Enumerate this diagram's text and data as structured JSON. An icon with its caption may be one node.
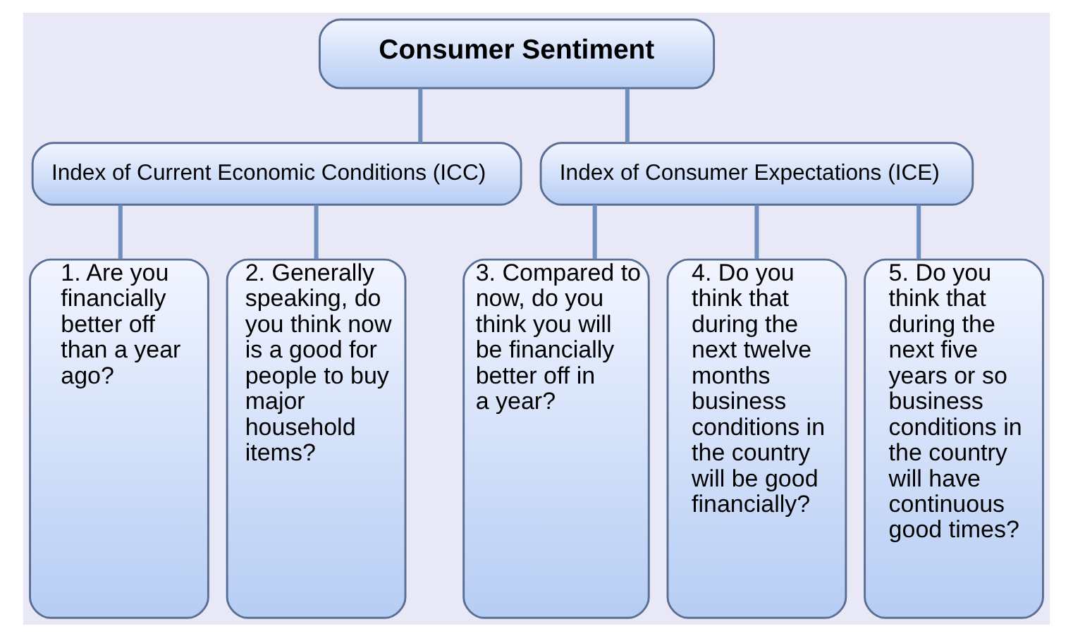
{
  "diagram": {
    "nodes": [
      {
        "text": [
          "Consumer Sentiment"
        ]
      },
      {
        "text": [
          "Index of Current Economic Conditions (ICC)"
        ]
      },
      {
        "text": [
          "Index of Consumer Expectations (ICE)"
        ]
      },
      {
        "text": [
          "1. Are you financially better off than a year ago?"
        ]
      },
      {
        "text": [
          "2. Generally speaking, do you think now is a good for people to buy major household items?"
        ]
      },
      {
        "text": [
          "3. Compared to now, do you think you will be financially better off in a year?"
        ]
      },
      {
        "text": [
          "4. Do you think that during the next twelve months business conditions in the country will be good financially?"
        ]
      },
      {
        "text": [
          "5. Do you think that during the next five years or so business conditions in the country will have continuous good times?"
        ]
      }
    ],
    "edges": [
      {
        "from": 0,
        "to": 1,
        "arrow": "none"
      },
      {
        "from": 0,
        "to": 2,
        "arrow": "none"
      },
      {
        "from": 1,
        "to": 3,
        "arrow": "none"
      },
      {
        "from": 1,
        "to": 4,
        "arrow": "none"
      },
      {
        "from": 2,
        "to": 5,
        "arrow": "none"
      },
      {
        "from": 2,
        "to": 6,
        "arrow": "none"
      },
      {
        "from": 2,
        "to": 7,
        "arrow": "none"
      }
    ]
  }
}
